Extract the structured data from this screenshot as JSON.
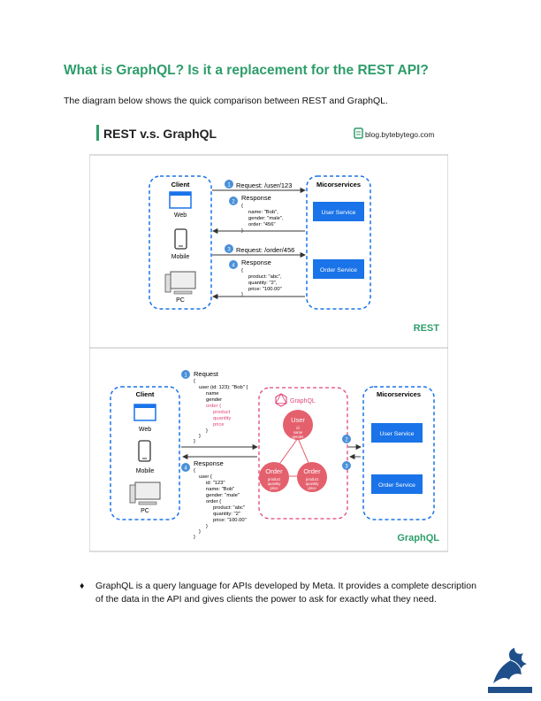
{
  "heading": "What is GraphQL? Is it a replacement for the REST API?",
  "intro": "The diagram below shows the quick comparison between REST and GraphQL.",
  "bullet": {
    "symbol": "♦",
    "text": "GraphQL is a query language for APIs developed by Meta. It provides a complete description of the data in the API and gives clients the power to ask for exactly what they need."
  },
  "diagram": {
    "title": "REST v.s. GraphQL",
    "site": "blog.bytebytego.com",
    "rest": {
      "label": "REST",
      "client_title": "Client",
      "clients": [
        "Web",
        "Mobile",
        "PC"
      ],
      "services_title": "Micorservices",
      "services": [
        "User Service",
        "Order Service"
      ],
      "steps": [
        "1",
        "2",
        "3",
        "4"
      ],
      "request1": "Request: /user/123",
      "response_label": "Response",
      "response1": [
        "{",
        "name: \"Bob\",",
        "gender: \"male\",",
        "order: \"456\"",
        "}"
      ],
      "request2": "Request: /order/456",
      "response2": [
        "{",
        "product: \"abc\",",
        "quantity: \"2\",",
        "price: \"100.00\"",
        "}"
      ]
    },
    "graphql": {
      "label": "GraphQL",
      "client_title": "Client",
      "clients": [
        "Web",
        "Mobile",
        "PC"
      ],
      "services_title": "Micorservices",
      "services": [
        "User Service",
        "Order Service"
      ],
      "steps": [
        "1",
        "2",
        "3",
        "4"
      ],
      "request_label": "Request",
      "request_lines": [
        "{",
        "user (id: 123): \"Bob\" {",
        "name",
        "gender",
        "order {",
        "product",
        "quantity",
        "price",
        "}",
        "}",
        "}"
      ],
      "response_label": "Response",
      "response_lines": [
        "{",
        "user {",
        "id: \"123\"",
        "name: \"Bob\"",
        "gender: \"male\"",
        "order {",
        "product: \"abc\"",
        "quantity: \"2\"",
        "price: \"100.00\"",
        "}",
        "}",
        "}"
      ],
      "logo_text": "GraphQL",
      "nodes": {
        "user": {
          "title": "User",
          "fields": [
            "id",
            "name",
            "gender"
          ]
        },
        "order1": {
          "title": "Order",
          "fields": [
            "product",
            "quantity",
            "price"
          ]
        },
        "order2": {
          "title": "Order",
          "fields": [
            "product",
            "quantity",
            "price"
          ]
        }
      }
    }
  },
  "colors": {
    "heading": "#2e9d6a",
    "accent_blue": "#1a73e8",
    "graphql_pink": "#e0457b",
    "node_red": "#e4606d"
  }
}
